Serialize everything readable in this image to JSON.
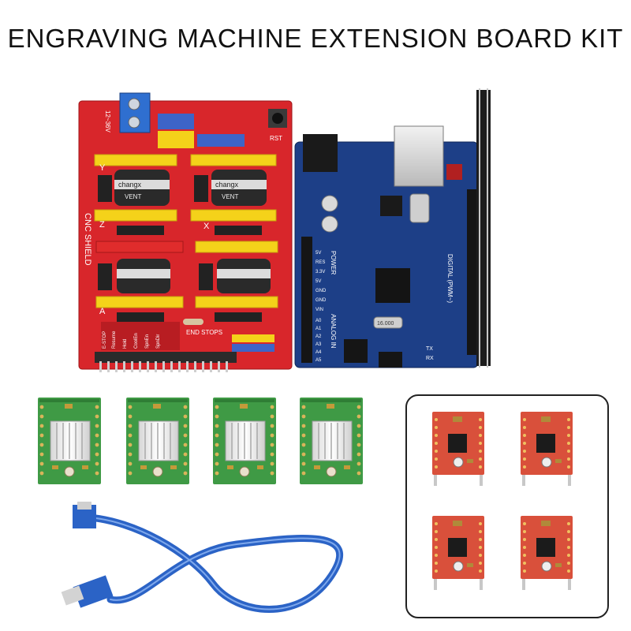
{
  "title": "ENGRAVING MACHINE EXTENSION BOARD KIT",
  "shield": {
    "name_label": "CNC SHIELD",
    "rst_label": "RST",
    "volt_label": "12~36V",
    "axis_labels": [
      "Z",
      "Y",
      "X",
      "A"
    ],
    "end_stops_label": "END STOPS",
    "pin_labels": [
      "E-STOP",
      "Resume",
      "Hold",
      "CoolEn",
      "SpnEn",
      "SpnDir"
    ],
    "cap_brand": "changx",
    "cap_series": "VENT"
  },
  "uno": {
    "power_label": "POWER",
    "analog_label": "ANALOG IN",
    "digital_label": "DIGITAL (PWM~)",
    "crystal_label": "16.000",
    "tx_label": "TX",
    "rx_label": "RX",
    "power_pins": [
      "5V",
      "RES",
      "3.3V",
      "5V",
      "GND",
      "GND",
      "VIN"
    ],
    "analog_pins": [
      "A0",
      "A1",
      "A2",
      "A3",
      "A4",
      "A5"
    ]
  },
  "colors": {
    "shield_red": "#d8262b",
    "uno_blue": "#1d3f87",
    "driver_green": "#3f9a45",
    "driver_red": "#d9503b",
    "cable_blue": "#2b63c6",
    "header_yellow": "#f4d21a"
  }
}
